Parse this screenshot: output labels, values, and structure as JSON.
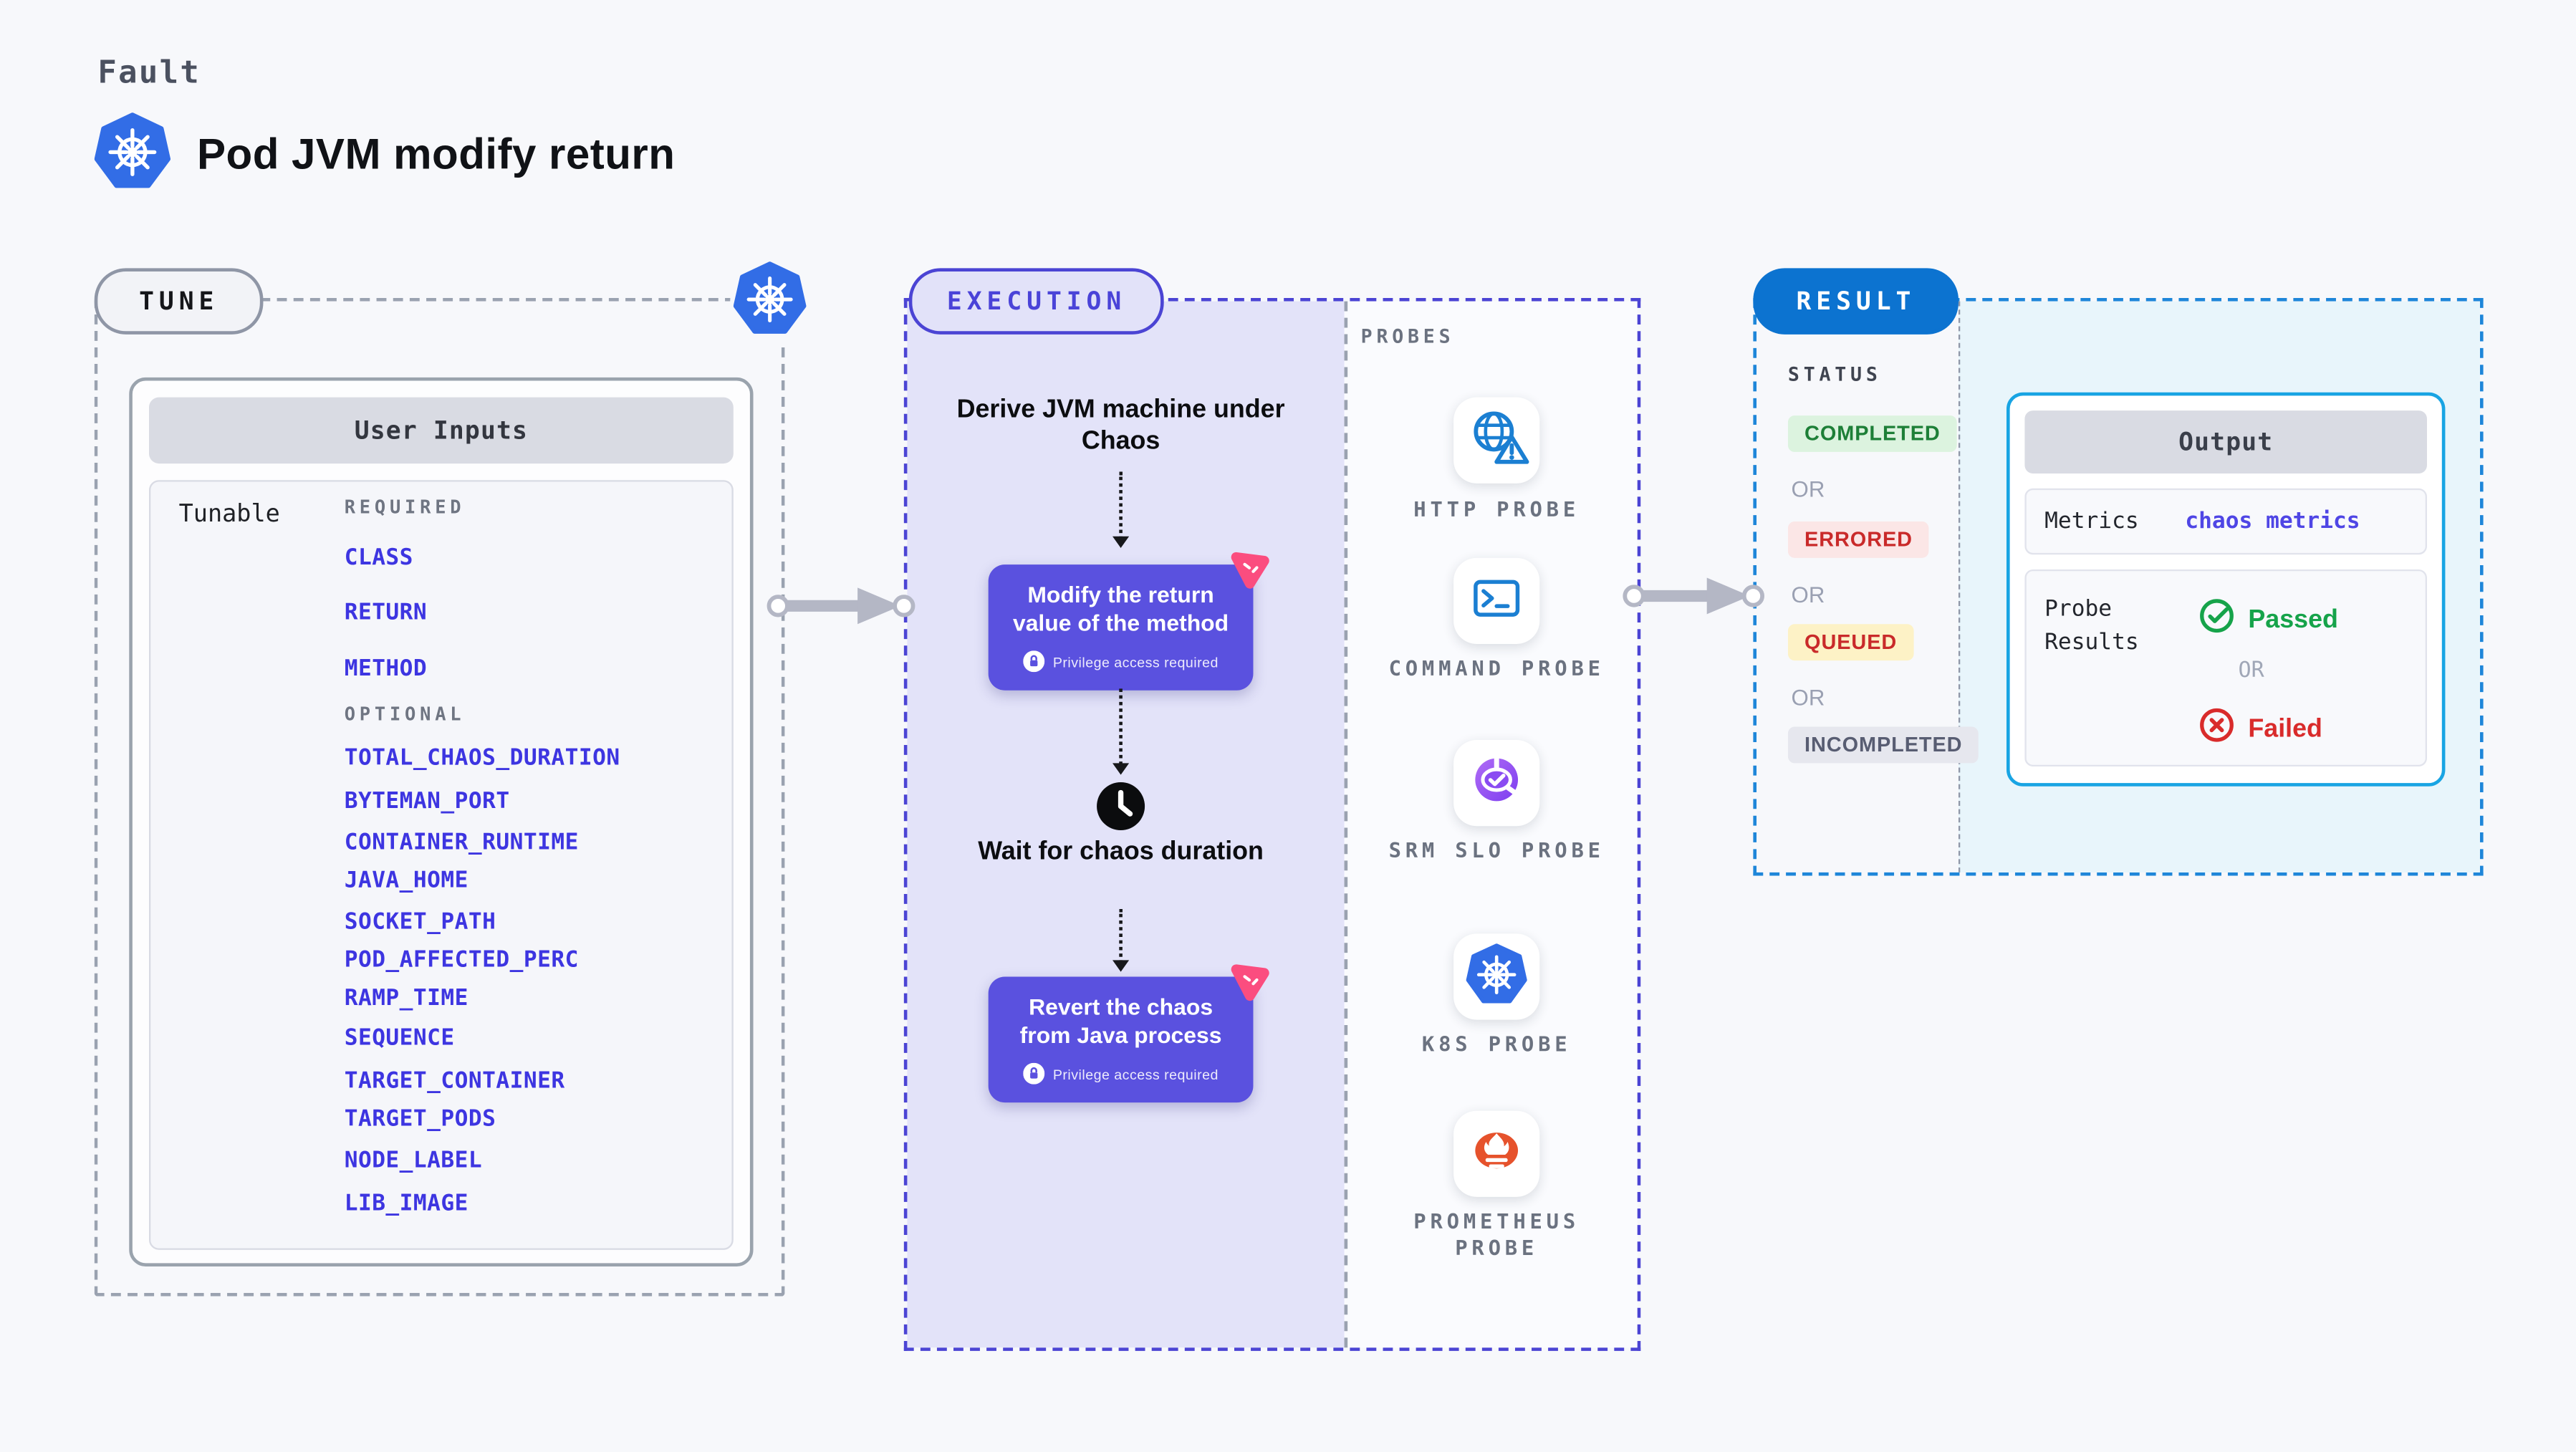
{
  "page": {
    "kicker": "Fault",
    "title": "Pod JVM modify return"
  },
  "tune": {
    "label": "TUNE",
    "card_header": "User Inputs",
    "row_label": "Tunable",
    "required_label": "REQUIRED",
    "optional_label": "OPTIONAL",
    "required_items": [
      "CLASS",
      "RETURN",
      "METHOD"
    ],
    "optional_items": [
      "TOTAL_CHAOS_DURATION",
      "BYTEMAN_PORT",
      "CONTAINER_RUNTIME",
      "JAVA_HOME",
      "SOCKET_PATH",
      "POD_AFFECTED_PERC",
      "RAMP_TIME",
      "SEQUENCE",
      "TARGET_CONTAINER",
      "TARGET_PODS",
      "NODE_LABEL",
      "LIB_IMAGE"
    ]
  },
  "execution": {
    "label": "EXECUTION",
    "derive_text": "Derive JVM machine under Chaos",
    "modify_step": {
      "text": "Modify the return value of the method",
      "badge": "Privilege access required"
    },
    "wait_text": "Wait for chaos duration",
    "revert_step": {
      "text": "Revert the chaos from Java process",
      "badge": "Privilege access required"
    }
  },
  "probes": {
    "label": "PROBES",
    "items": [
      {
        "label": "HTTP PROBE",
        "icon": "globe-alert-icon"
      },
      {
        "label": "COMMAND PROBE",
        "icon": "terminal-icon"
      },
      {
        "label": "SRM SLO PROBE",
        "icon": "gauge-check-icon"
      },
      {
        "label": "K8S PROBE",
        "icon": "kubernetes-icon"
      },
      {
        "label": "PROMETHEUS PROBE",
        "icon": "prometheus-flame-icon"
      }
    ]
  },
  "result": {
    "label": "RESULT",
    "status_label": "STATUS",
    "or_label": "OR",
    "statuses": [
      {
        "text": "COMPLETED",
        "variant": "green"
      },
      {
        "text": "ERRORED",
        "variant": "red"
      },
      {
        "text": "QUEUED",
        "variant": "yellow"
      },
      {
        "text": "INCOMPLETED",
        "variant": "gray"
      }
    ],
    "output": {
      "header": "Output",
      "metrics_label": "Metrics",
      "metrics_value": "chaos metrics",
      "probe_results_label": "Probe Results",
      "passed_label": "Passed",
      "or_label": "OR",
      "failed_label": "Failed"
    }
  },
  "colors": {
    "accent_indigo": "#4b44d4",
    "step_box_indigo": "#5a51df",
    "result_blue": "#0c73d0",
    "output_border_cyan": "#18a4e3",
    "k8s_blue": "#326de6",
    "probe_icon_blue": "#1b7fd2",
    "prometheus_orange": "#e6522c",
    "srm_purple": "#8a4cf2",
    "chaos_pink": "#fb4d7f",
    "passed_green": "#16a34a",
    "failed_red": "#d92b2b",
    "var_link_blue": "#3d35e1"
  }
}
